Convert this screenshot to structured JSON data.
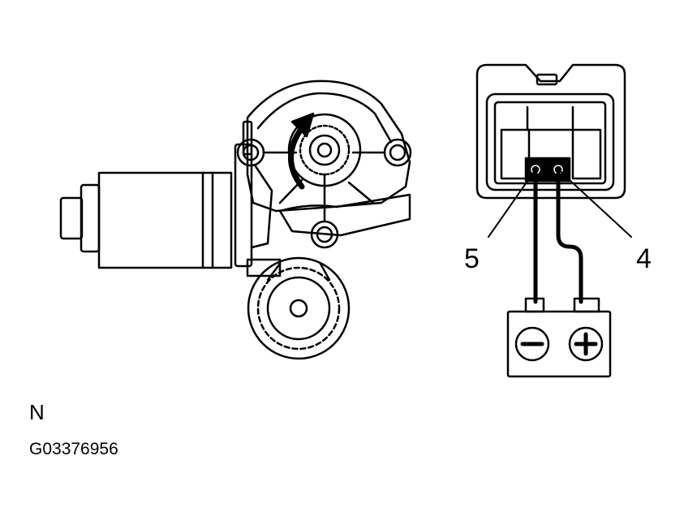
{
  "figure": {
    "pin_left_label": "5",
    "pin_right_label": "4",
    "view_letter": "N",
    "figure_code": "G03376956"
  },
  "colors": {
    "ink": "#000000",
    "paper": "#ffffff"
  },
  "icons": {
    "battery_negative": "minus-terminal-icon",
    "battery_positive": "plus-terminal-icon",
    "rotation": "clockwise-arrow-icon"
  }
}
